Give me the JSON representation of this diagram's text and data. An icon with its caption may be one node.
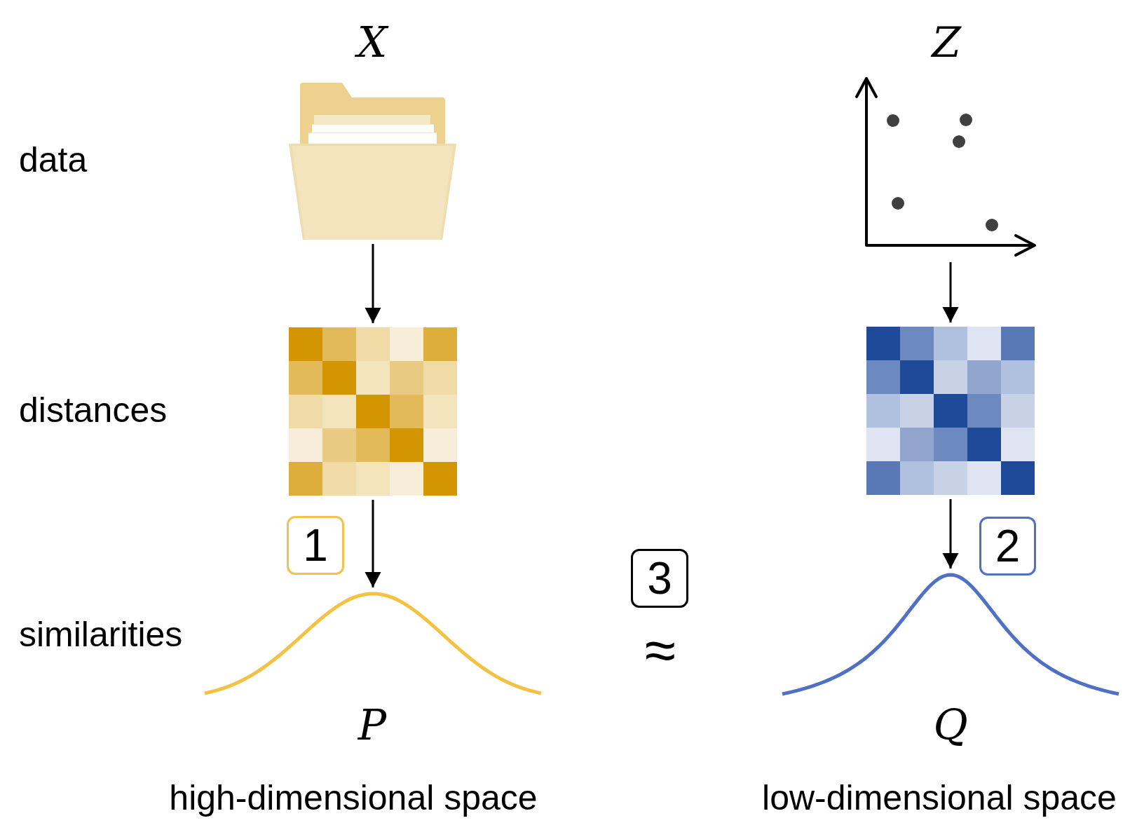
{
  "diagram": {
    "nodes": [
      {
        "text": [],
        "shape": "picture",
        "beside": [
          "X"
        ]
      },
      {
        "text": [],
        "shape": "picture",
        "beside": [
          "Z"
        ]
      },
      {
        "text": [],
        "shape": "picture"
      },
      {
        "text": [],
        "shape": "picture"
      },
      {
        "text": [
          "1"
        ]
      },
      {
        "text": [
          "2"
        ]
      },
      {
        "text": [
          "3"
        ]
      },
      {
        "text": [],
        "shape": "picture",
        "beside": [
          "P"
        ]
      },
      {
        "text": [],
        "shape": "picture",
        "beside": [
          "Q"
        ]
      }
    ],
    "edges": [
      {
        "from": 0,
        "to": 2,
        "arrow": "to"
      },
      {
        "from": 2,
        "to": 7,
        "arrow": "to"
      },
      {
        "from": 1,
        "to": 3,
        "arrow": "to"
      },
      {
        "from": 3,
        "to": 8,
        "arrow": "to"
      }
    ],
    "labels": [
      "data",
      "distances",
      "similarities",
      "≈",
      "high-dimensional space",
      "low-dimensional space"
    ]
  }
}
